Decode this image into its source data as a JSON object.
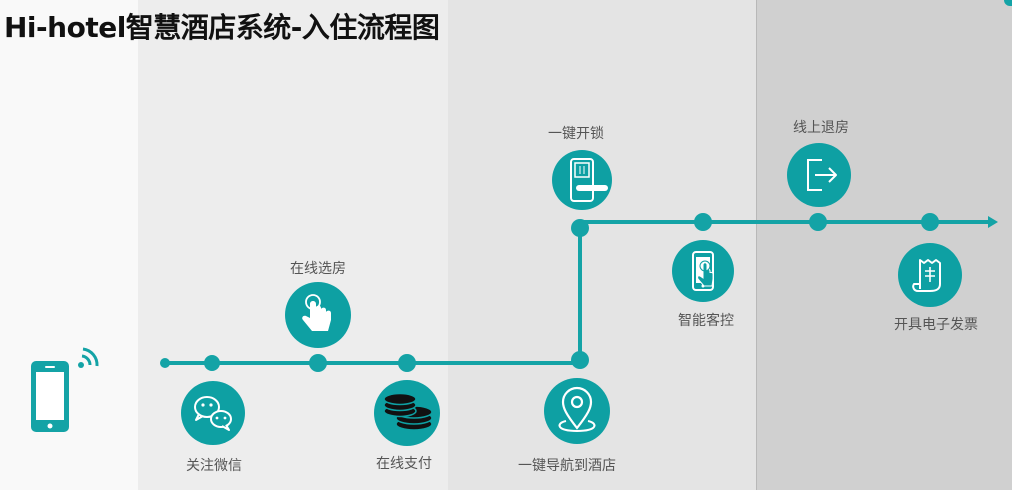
{
  "title": "Hi-hotel智慧酒店系统-入住流程图",
  "colors": {
    "accent": "#14a3a6",
    "icon_fill": "#0ea0a3",
    "text": "#555555"
  },
  "steps": [
    {
      "id": "wechat",
      "label": "关注微信",
      "icon": "wechat-icon"
    },
    {
      "id": "select-room",
      "label": "在线选房",
      "icon": "touch-hand-icon"
    },
    {
      "id": "pay",
      "label": "在线支付",
      "icon": "coins-icon"
    },
    {
      "id": "navigate",
      "label": "一键导航到酒店",
      "icon": "location-pin-icon"
    },
    {
      "id": "unlock",
      "label": "一键开锁",
      "icon": "door-lock-icon"
    },
    {
      "id": "room-control",
      "label": "智能客控",
      "icon": "phone-touch-icon"
    },
    {
      "id": "checkout",
      "label": "线上退房",
      "icon": "exit-icon"
    },
    {
      "id": "invoice",
      "label": "开具电子发票",
      "icon": "receipt-icon"
    }
  ],
  "start_icon": "smartphone-wifi-icon"
}
